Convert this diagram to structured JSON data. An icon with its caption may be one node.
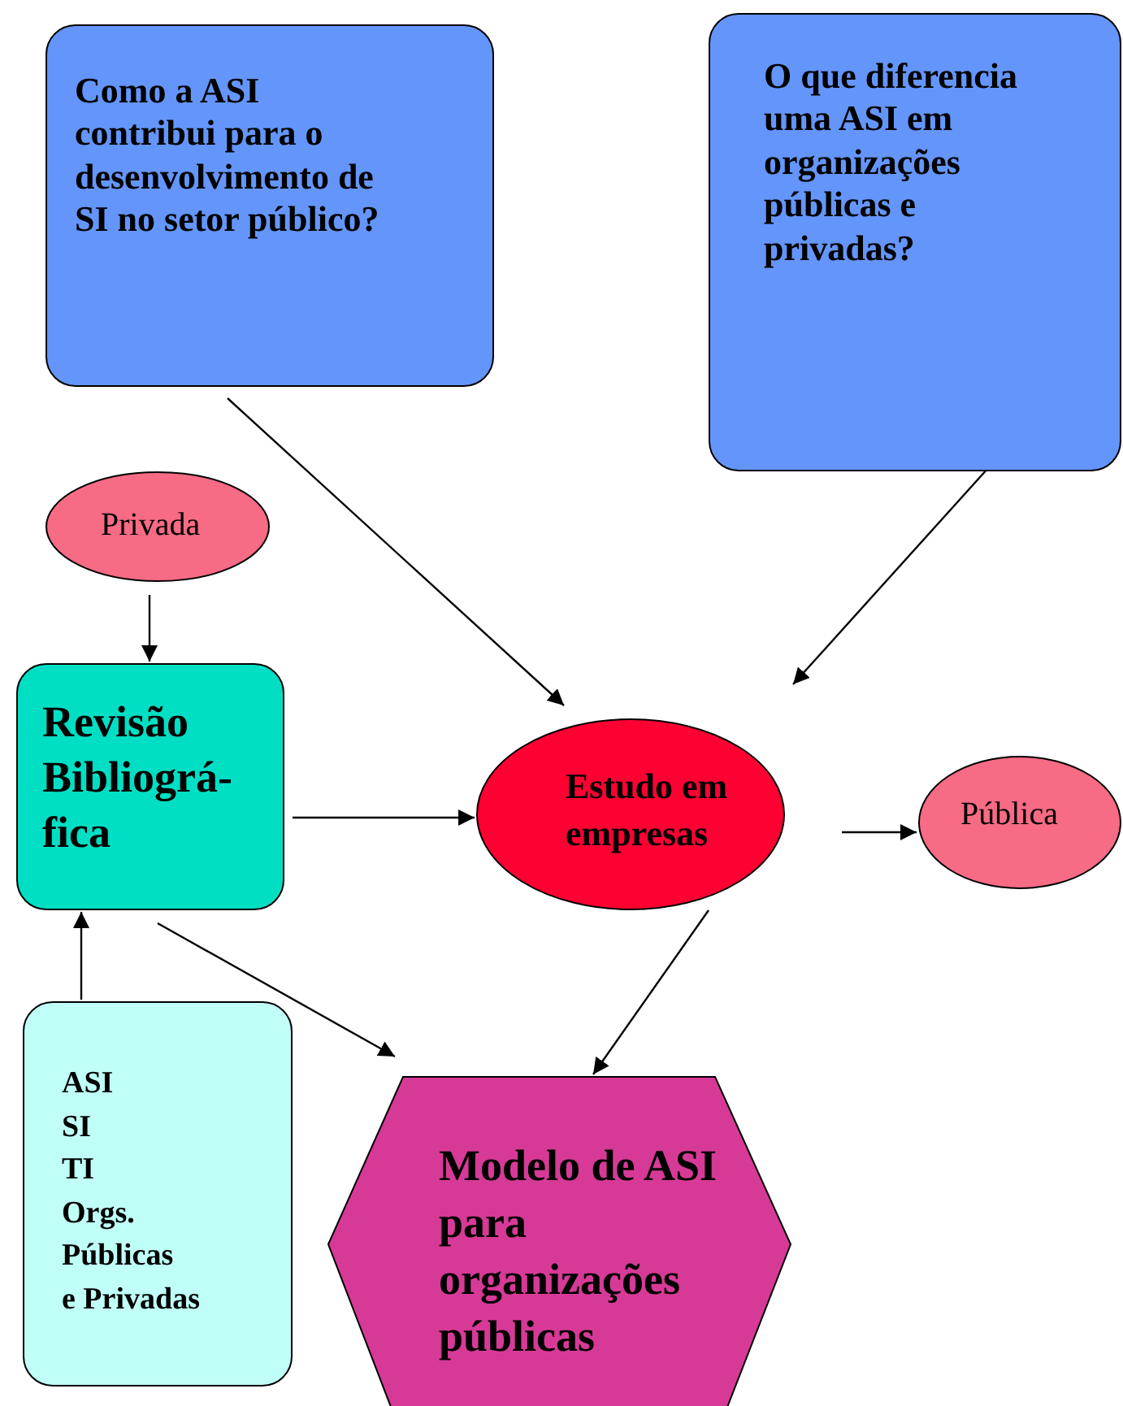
{
  "diagram": {
    "nodes": [
      {
        "text": [
          "Como a ASI contribui para o desenvolvimento de SI no setor público?"
        ]
      },
      {
        "text": [
          "**O que diferencia uma ASI em organizações públicas e privadas**?"
        ]
      },
      {
        "text": [
          "Privada"
        ]
      },
      {
        "text": [
          "Revisão Bibliográ- fica"
        ]
      },
      {
        "text": [
          "Estudo em empresas"
        ]
      },
      {
        "text": [
          "Pública"
        ]
      },
      {
        "text": [
          "ASI",
          "SI",
          "TI",
          "Orgs.",
          "Públicas",
          "e Privadas"
        ]
      },
      {
        "text": [
          "Modelo de ASI para organizações públicas"
        ]
      }
    ],
    "edges": [
      {
        "from": 0,
        "to": 4,
        "arrow": "to"
      },
      {
        "from": 1,
        "to": 4,
        "arrow": "to"
      },
      {
        "from": 2,
        "to": 3,
        "arrow": "to"
      },
      {
        "from": 3,
        "to": 4,
        "arrow": "to"
      },
      {
        "from": 4,
        "to": 5,
        "arrow": "to"
      },
      {
        "from": 6,
        "to": 3,
        "arrow": "to"
      },
      {
        "from": 3,
        "to": 7,
        "arrow": "to"
      },
      {
        "from": 4,
        "to": 7,
        "arrow": "to"
      }
    ]
  }
}
